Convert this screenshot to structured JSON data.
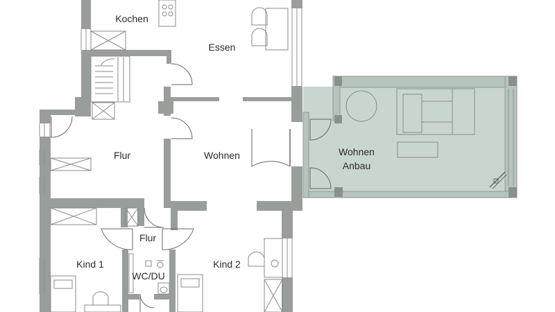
{
  "plan": {
    "rooms": {
      "kochen": "Kochen",
      "essen": "Essen",
      "flur_main": "Flur",
      "wohnen": "Wohnen",
      "wohnen_anbau_line1": "Wohnen",
      "wohnen_anbau_line2": "Anbau",
      "flur_small": "Flur",
      "kind1": "Kind 1",
      "kind2": "Kind 2",
      "wc_du": "WC/DU"
    },
    "colors": {
      "wall": "#9a9e9b",
      "wall_dark": "#8c908d",
      "annex_fill": "#c9d6cf",
      "annex_border": "#8f9a94",
      "fixture_stroke": "#8a8a8a",
      "door_stroke": "#666666",
      "text": "#2b2b2b"
    }
  }
}
